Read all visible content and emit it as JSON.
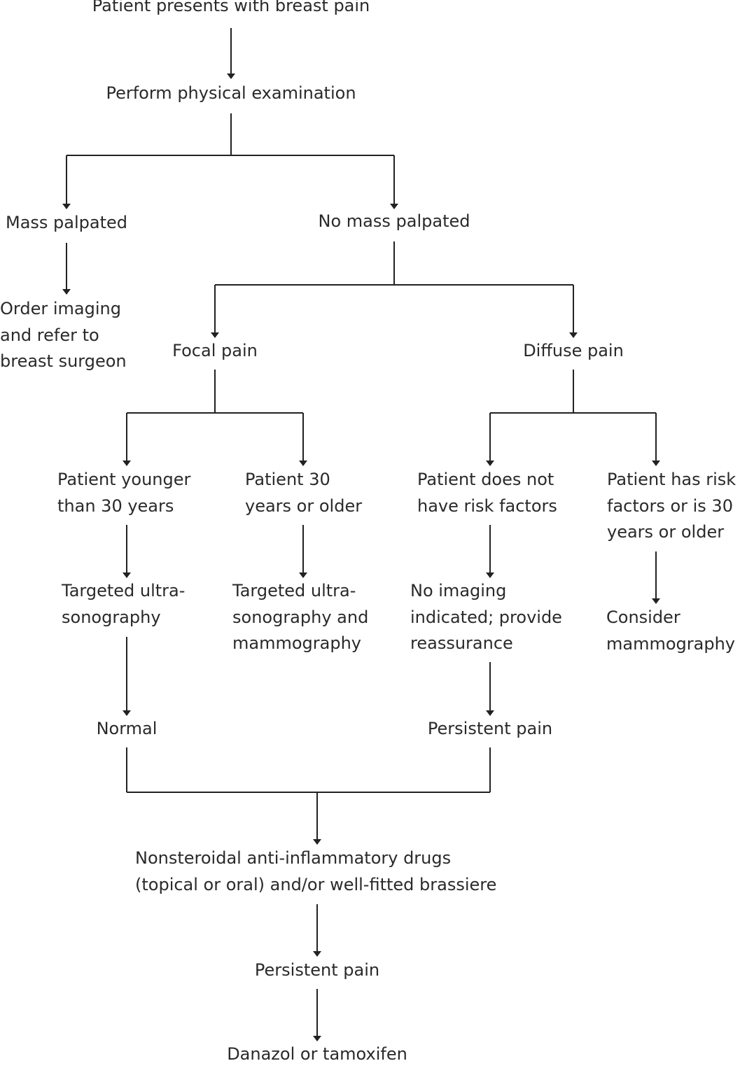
{
  "flowchart": {
    "start": "Patient presents with breast pain",
    "exam": "Perform physical examination",
    "mass": "Mass palpated",
    "no_mass": "No mass palpated",
    "order_imaging": [
      "Order imaging",
      "and refer to",
      "breast surgeon"
    ],
    "focal": "Focal pain",
    "diffuse": "Diffuse pain",
    "younger": [
      "Patient younger",
      "than 30 years"
    ],
    "older": [
      "Patient 30",
      "years or older"
    ],
    "no_risk": [
      "Patient does not",
      "have risk factors"
    ],
    "risk": [
      "Patient has risk",
      "factors or is 30",
      "years or older"
    ],
    "us_young": [
      "Targeted ultra-",
      "sonography"
    ],
    "us_mammo": [
      "Targeted ultra-",
      "sonography and",
      "mammography"
    ],
    "no_imaging": [
      "No imaging",
      "indicated; provide",
      "reassurance"
    ],
    "consider": [
      "Consider",
      "mammography"
    ],
    "normal": "Normal",
    "persistent1": "Persistent pain",
    "nsaid": [
      "Nonsteroidal anti-inflammatory drugs",
      "(topical or oral) and/or well-fitted brassiere"
    ],
    "persistent2": "Persistent pain",
    "final": "Danazol or tamoxifen"
  }
}
